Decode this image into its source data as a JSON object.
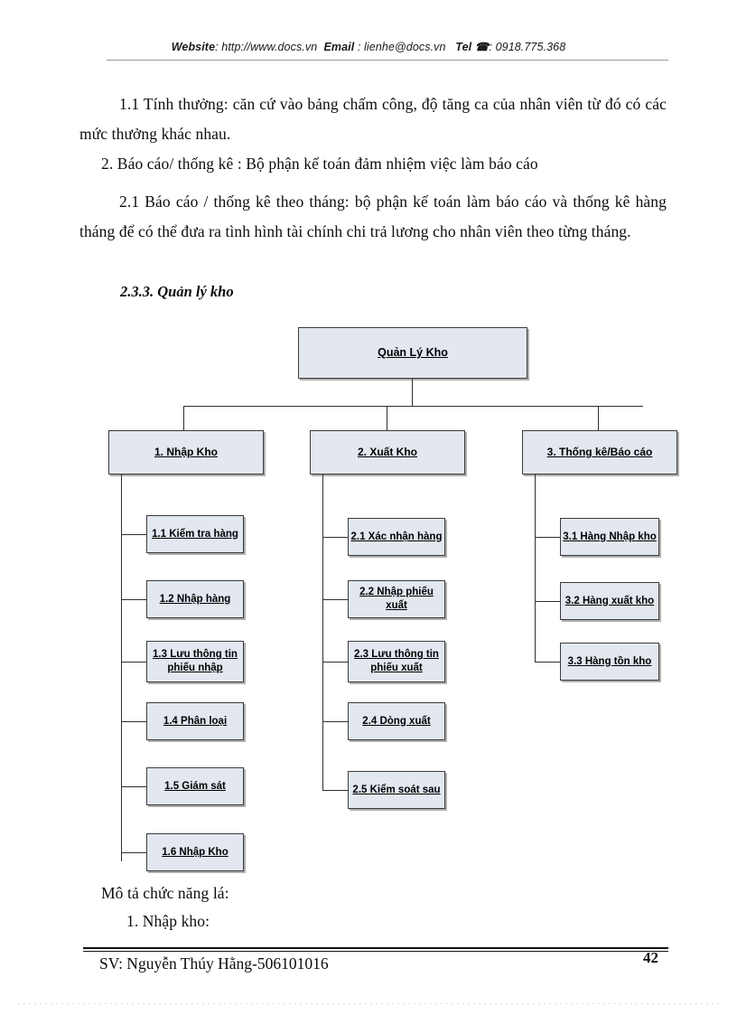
{
  "header": {
    "website_label": "Website",
    "website_value": ": http://www.docs.vn",
    "email_label": "Email",
    "email_value": ": lienhe@docs.vn",
    "tel_label": "Tel",
    "tel_icon": "telephone-icon",
    "tel_value": ": 0918.775.368",
    "full_text": "Website : http://www.docs.vn  Email  : lienhe@docs.vn   Tel ☎ : 0918.775.368"
  },
  "body": {
    "paragraph_1": "1.1 Tính thưởng: căn cứ vào bảng chấm công, độ tăng ca của nhân viên từ đó có các mức thưởng khác nhau.",
    "paragraph_2": "2. Báo cáo/ thống kê : Bộ phận kế toán đảm nhiệm việc làm báo cáo",
    "paragraph_3": "2.1 Báo cáo / thống kê theo tháng: bộ phận kế toán làm báo cáo và thống kê hàng tháng để có thể đưa ra tình hình tài chính chi trả lương cho nhân viên theo từng tháng.",
    "section_heading": "2.3.3. Quản lý kho",
    "after_diagram_1": "Mô tả chức năng lá:",
    "after_diagram_2": "1. Nhập kho:"
  },
  "diagram": {
    "root": {
      "label": "Quản Lý Kho"
    },
    "level2": [
      {
        "label": "1. Nhập Kho"
      },
      {
        "label": "2. Xuất Kho"
      },
      {
        "label": "3. Thống kê/Báo cáo"
      }
    ],
    "column1": [
      {
        "label": "1.1 Kiểm tra hàng"
      },
      {
        "label": "1.2 Nhập hàng"
      },
      {
        "line1": "1.3 Lưu thông tin",
        "line2": "phiếu nhập"
      },
      {
        "label": "1.4 Phân loại"
      },
      {
        "label": "1.5 Giám sát"
      },
      {
        "label": "1.6 Nhập Kho"
      }
    ],
    "column2": [
      {
        "label": "2.1 Xác nhận hàng"
      },
      {
        "label": "2.2 Nhập phiếu xuất"
      },
      {
        "line1": "2.3 Lưu thông tin",
        "line2": "phiếu xuất"
      },
      {
        "label": "2.4 Dòng xuất"
      },
      {
        "label": "2.5 Kiểm soát sau"
      }
    ],
    "column3": [
      {
        "label": "3.1 Hàng Nhập kho"
      },
      {
        "label": "3.2 Hàng xuất kho"
      },
      {
        "label": "3.3 Hàng tồn kho"
      }
    ],
    "colors": {
      "node_fill": "#e2e7f0",
      "node_border": "#3a3a3a",
      "connector": "#2e2e2e"
    }
  },
  "footer": {
    "student": "SV: Nguyễn Thúy Hằng-506101016",
    "page_number": "42"
  }
}
